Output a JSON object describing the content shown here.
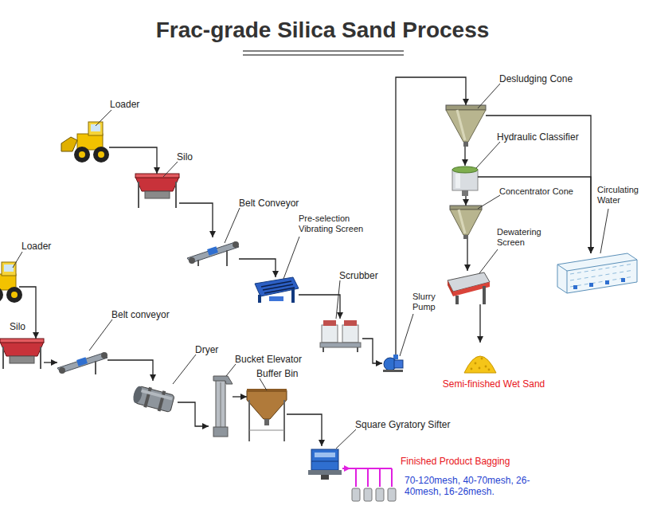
{
  "diagram": {
    "title": "Frac-grade Silica Sand Process",
    "nodes": [
      {
        "text": [
          "Loader"
        ]
      },
      {
        "text": [
          "Silo"
        ]
      },
      {
        "text": [
          "Belt Conveyor"
        ]
      },
      {
        "text": [
          "Pre-selection Vibrating Screen"
        ]
      },
      {
        "text": [
          "Scrubber"
        ]
      },
      {
        "text": [
          "Slurry Pump"
        ]
      },
      {
        "text": [
          "Desludging Cone"
        ]
      },
      {
        "text": [
          "Hydraulic Classifier"
        ]
      },
      {
        "text": [
          "Concentrator Cone"
        ]
      },
      {
        "text": [
          "Dewatering Screen"
        ]
      },
      {
        "text": [
          "Semi-finished Wet Sand"
        ]
      },
      {
        "text": [
          "Circulating Water"
        ]
      },
      {
        "text": [
          "Loader"
        ]
      },
      {
        "text": [
          "Silo"
        ]
      },
      {
        "text": [
          "Belt conveyor"
        ]
      },
      {
        "text": [
          "Dryer"
        ]
      },
      {
        "text": [
          "Bucket Elevator"
        ]
      },
      {
        "text": [
          "Buffer Bin"
        ]
      },
      {
        "text": [
          "Square Gyratory Sifter"
        ]
      },
      {
        "text": [
          "Finished Product Bagging",
          "70-120mesh, 40-70mesh, 26-40mesh, 16-26mesh."
        ]
      }
    ],
    "edges": [
      {
        "from": 0,
        "to": 1,
        "arrow": "to"
      },
      {
        "from": 1,
        "to": 2,
        "arrow": "to"
      },
      {
        "from": 2,
        "to": 3,
        "arrow": "to"
      },
      {
        "from": 3,
        "to": 4,
        "arrow": "to"
      },
      {
        "from": 4,
        "to": 5,
        "arrow": "to"
      },
      {
        "from": 5,
        "to": 6,
        "arrow": "to"
      },
      {
        "from": 6,
        "to": 7,
        "arrow": "to"
      },
      {
        "from": 7,
        "to": 8,
        "arrow": "to"
      },
      {
        "from": 8,
        "to": 9,
        "arrow": "to"
      },
      {
        "from": 9,
        "to": 10,
        "arrow": "to"
      },
      {
        "from": 6,
        "to": 11,
        "arrow": "to"
      },
      {
        "from": 7,
        "to": 11,
        "arrow": "to"
      },
      {
        "from": 12,
        "to": 13,
        "arrow": "to"
      },
      {
        "from": 13,
        "to": 14,
        "arrow": "to"
      },
      {
        "from": 14,
        "to": 15,
        "arrow": "to"
      },
      {
        "from": 15,
        "to": 16,
        "arrow": "to"
      },
      {
        "from": 16,
        "to": 17,
        "arrow": "to"
      },
      {
        "from": 17,
        "to": 18,
        "arrow": "to"
      },
      {
        "from": 18,
        "to": 19,
        "arrow": "to"
      }
    ]
  }
}
